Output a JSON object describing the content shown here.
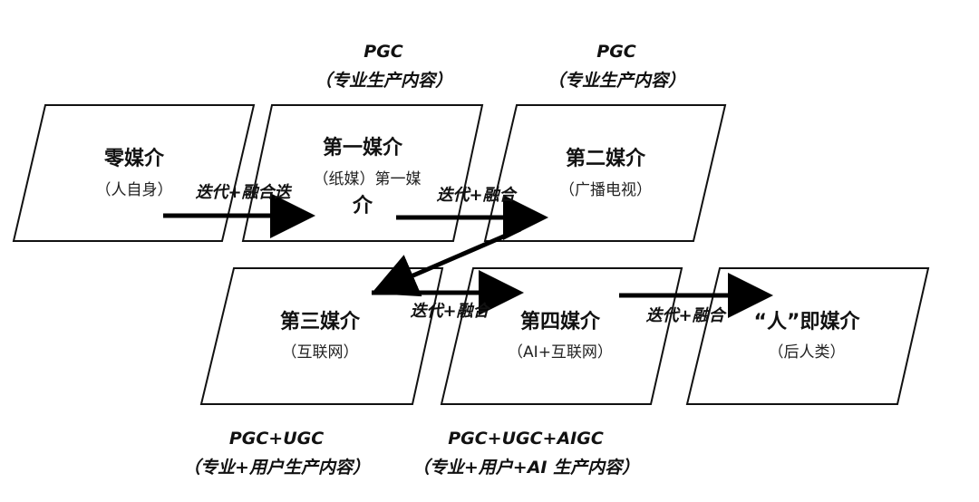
{
  "colors": {
    "stroke": "#111111",
    "arrow": "#000000",
    "background": "#ffffff"
  },
  "nodes": [
    {
      "id": "zero",
      "title": "零媒介",
      "subtitle": "（人自身）",
      "title2": ""
    },
    {
      "id": "first",
      "title": "第一媒介",
      "subtitle": "（纸媒）第一媒",
      "title2": "介"
    },
    {
      "id": "second",
      "title": "第二媒介",
      "subtitle": "（广播电视）",
      "title2": ""
    },
    {
      "id": "third",
      "title": "第三媒介",
      "subtitle": "（互联网）",
      "title2": ""
    },
    {
      "id": "fourth",
      "title": "第四媒介",
      "subtitle": "（AI+互联网）",
      "title2": ""
    },
    {
      "id": "human",
      "title": "“人”即媒介",
      "subtitle": "（后人类）",
      "title2": ""
    }
  ],
  "edges": [
    {
      "from": "zero",
      "to": "first",
      "label": "迭代+融合迭"
    },
    {
      "from": "first",
      "to": "second",
      "label": "迭代+融合"
    },
    {
      "from": "second",
      "to": "third",
      "label": ""
    },
    {
      "from": "third",
      "to": "fourth",
      "label": "迭代+融合"
    },
    {
      "from": "fourth",
      "to": "human",
      "label": "迭代+融合"
    }
  ],
  "annotations": [
    {
      "id": "pgc-first",
      "line1": "PGC",
      "line2": "（专业生产内容）"
    },
    {
      "id": "pgc-second",
      "line1": "PGC",
      "line2": "（专业生产内容）"
    },
    {
      "id": "ugc-third",
      "line1": "PGC+UGC",
      "line2": "（专业+用户生产内容）"
    },
    {
      "id": "aigc-fourth",
      "line1": "PGC+UGC+AIGC",
      "line2": "（专业+用户+AI 生产内容）"
    }
  ]
}
